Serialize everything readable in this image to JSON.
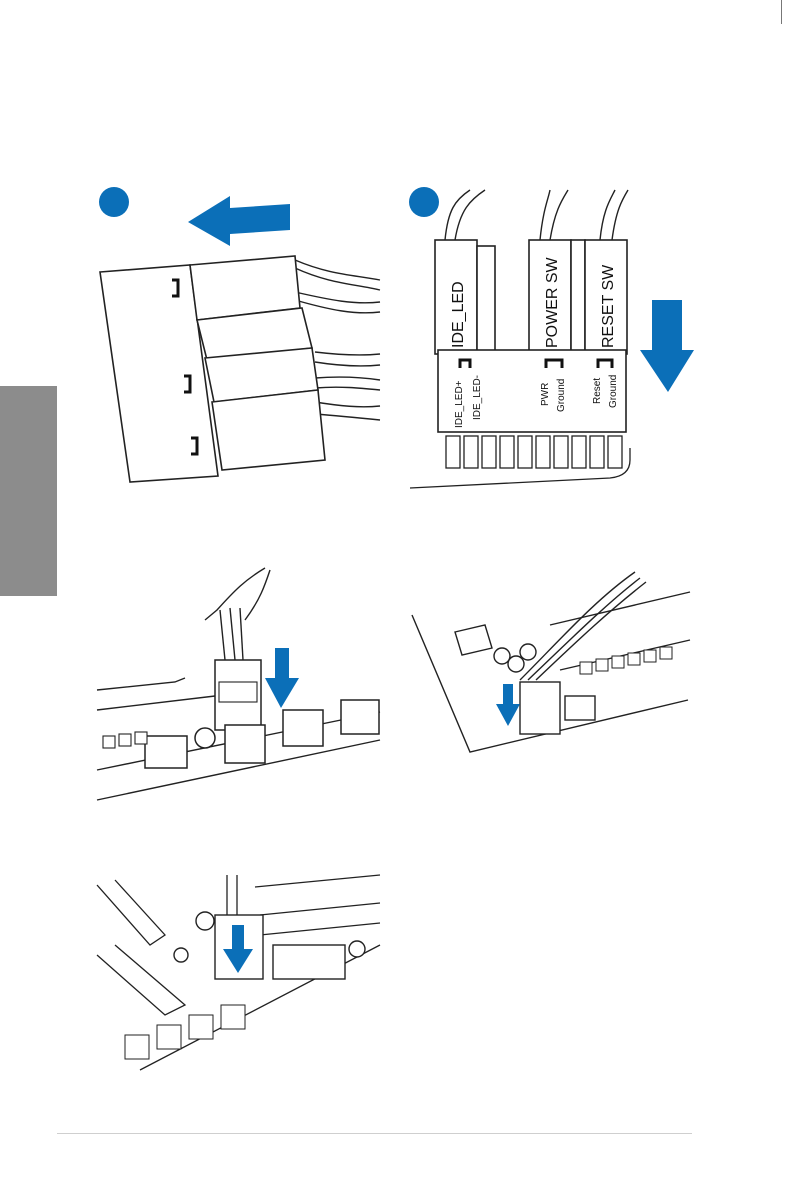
{
  "colors": {
    "accent_blue": "#0b6fb8",
    "side_tab": "#8c8c8c",
    "line": "#222222"
  },
  "figure_b": {
    "connectors": {
      "ide_led": "IDE_LED",
      "power_sw": "POWER SW",
      "reset_sw": "RESET SW"
    },
    "pins": {
      "ide_led_plus": "IDE_LED+",
      "ide_led_minus": "IDE_LED-",
      "pwr": "PWR",
      "ground_1": "Ground",
      "reset": "Reset",
      "ground_2": "Ground"
    }
  },
  "icons": [
    "step-marker-icon",
    "arrow-left-icon",
    "arrow-down-icon"
  ]
}
